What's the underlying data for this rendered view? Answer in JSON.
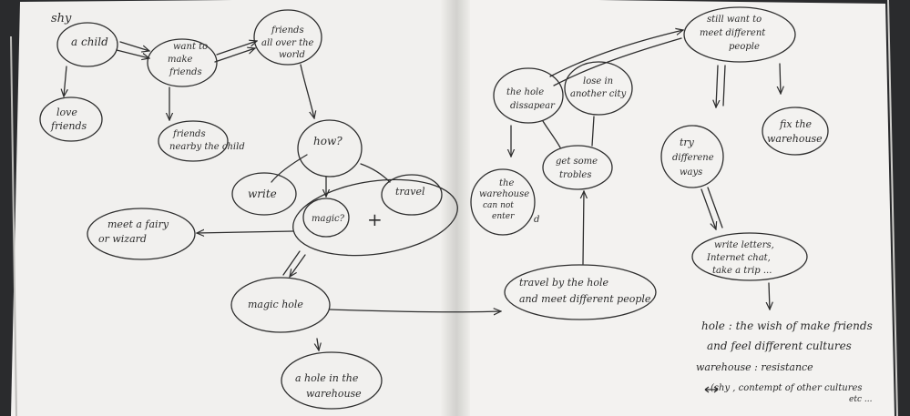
{
  "colors": {
    "paper": "#f3f2f0",
    "paper_shadow": "#d9d8d5",
    "ink": "#2e2e2e",
    "background": "#2a2b2d"
  },
  "nodes": {
    "shy": "shy",
    "child": "a child",
    "love_friends": [
      "love",
      "friends"
    ],
    "want_friends": [
      "want to",
      "make",
      "friends"
    ],
    "friends_world": [
      "friends",
      "all over the",
      "world"
    ],
    "friends_nearby": [
      "friends",
      "nearby the child"
    ],
    "how": "how?",
    "write": "write",
    "magic": "magic?",
    "plus": "+",
    "travel": "travel",
    "fairy": [
      "meet a fairy",
      "or wizard"
    ],
    "magic_hole": "magic hole",
    "hole_warehouse": [
      "a hole in the",
      "warehouse"
    ],
    "travel_hole": [
      "travel by the hole",
      "and meet different people"
    ],
    "hole_disappear": [
      "the hole",
      "dissapear"
    ],
    "lose_city": [
      "lose in",
      "another city"
    ],
    "troubles": [
      "get some",
      "trobles"
    ],
    "warehouse_cannot": [
      "the",
      "warehouse",
      "can not",
      "enter"
    ],
    "d_mark": "d",
    "still_want": [
      "still want to",
      "meet different",
      "people"
    ],
    "try_ways": [
      "try",
      "differene",
      "ways"
    ],
    "fix_warehouse": [
      "fix the",
      "warehouse"
    ],
    "write_letters": [
      "write letters,",
      "Internet chat,",
      "take a trip ..."
    ]
  },
  "notes": [
    "hole : the wish of make friends",
    "and feel different cultures",
    "warehouse : resistance",
    "(shy , contempt of other cultures",
    "etc ..."
  ]
}
